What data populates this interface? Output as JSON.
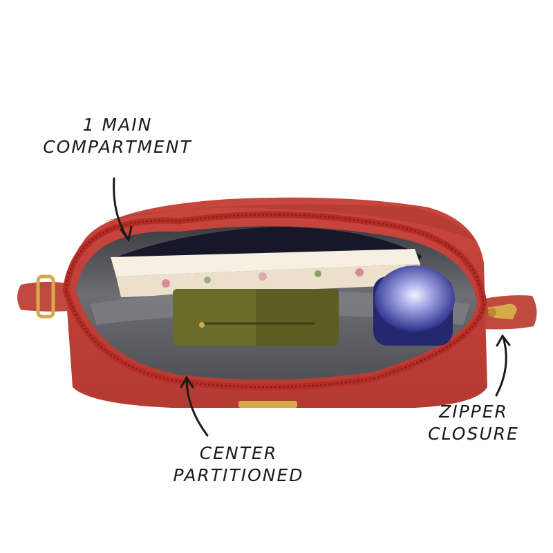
{
  "callouts": {
    "main_compartment": {
      "line1": "1 MAIN",
      "line2": "COMPARTMENT"
    },
    "center_partition": {
      "line1": "CENTER",
      "line2": "PARTITIONED"
    },
    "zipper_closure": {
      "line1": "ZIPPER",
      "line2": "CLOSURE"
    }
  },
  "colors": {
    "bag_leather": "#c8453c",
    "bag_shadow": "#9e2d27",
    "zipper": "#b8322b",
    "lining": "#5a5a5e",
    "lining_light": "#8a8a8e",
    "wallet": "#6b6b2a",
    "bottle": "#2a2f8a",
    "notebook": "#f4ece0",
    "hardware_gold": "#d8a94a"
  },
  "icons": [
    "arrow-curved-icon"
  ]
}
